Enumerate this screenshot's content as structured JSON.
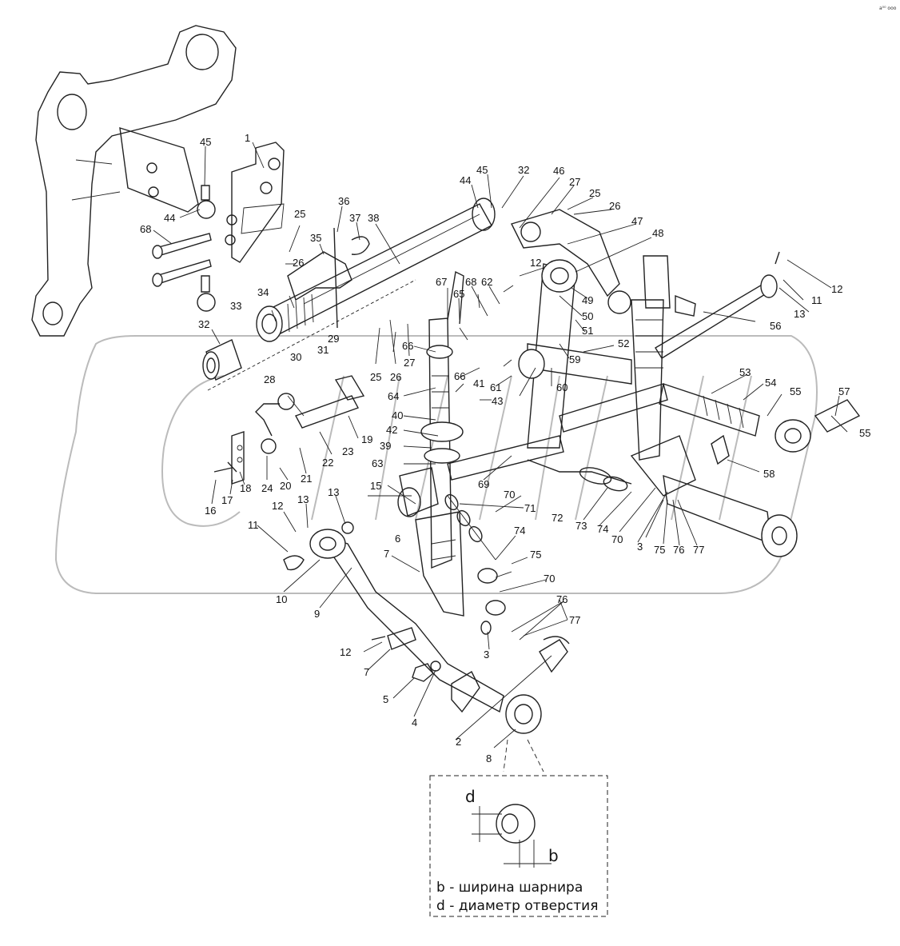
{
  "corner_note": "a⁰⁰ ooo",
  "legend": {
    "b_line": "b -  ширина шарнира",
    "d_line": "d - диаметр отверстия",
    "d_symbol": "d",
    "b_symbol": "b"
  },
  "callouts": {
    "c1": "1",
    "c2": "2",
    "c3": "3",
    "c3b": "3",
    "c4": "4",
    "c5": "5",
    "c6": "6",
    "c7": "7",
    "c7b": "7",
    "c8": "8",
    "c9": "9",
    "c10": "10",
    "c11": "11",
    "c11b": "11",
    "c12": "12",
    "c12b": "12",
    "c12c": "12",
    "c12d": "12",
    "c13": "13",
    "c13b": "13",
    "c13c": "13",
    "c15": "15",
    "c16": "16",
    "c17": "17",
    "c18": "18",
    "c19": "19",
    "c20": "20",
    "c21": "21",
    "c22": "22",
    "c23": "23",
    "c24": "24",
    "c25": "25",
    "c25b": "25",
    "c25c": "25",
    "c26": "26",
    "c26b": "26",
    "c26c": "26",
    "c27": "27",
    "c27b": "27",
    "c28": "28",
    "c29": "29",
    "c30": "30",
    "c31": "31",
    "c32": "32",
    "c32b": "32",
    "c33": "33",
    "c34": "34",
    "c35": "35",
    "c36": "36",
    "c37": "37",
    "c38": "38",
    "c39": "39",
    "c40": "40",
    "c41": "41",
    "c42": "42",
    "c43": "43",
    "c44": "44",
    "c44b": "44",
    "c45": "45",
    "c45b": "45",
    "c46": "46",
    "c47": "47",
    "c48": "48",
    "c49": "49",
    "c50": "50",
    "c51": "51",
    "c52": "52",
    "c53": "53",
    "c54": "54",
    "c55": "55",
    "c55b": "55",
    "c56": "56",
    "c57": "57",
    "c58": "58",
    "c59": "59",
    "c60": "60",
    "c61": "61",
    "c62": "62",
    "c63": "63",
    "c64": "64",
    "c65": "65",
    "c66": "66",
    "c66b": "66",
    "c67": "67",
    "c68": "68",
    "c68b": "68",
    "c69": "69",
    "c70": "70",
    "c70b": "70",
    "c70c": "70",
    "c71": "71",
    "c72": "72",
    "c73": "73",
    "c74": "74",
    "c74b": "74",
    "c75": "75",
    "c75b": "75",
    "c76": "76",
    "c76b": "76",
    "c77": "77",
    "c77b": "77"
  }
}
